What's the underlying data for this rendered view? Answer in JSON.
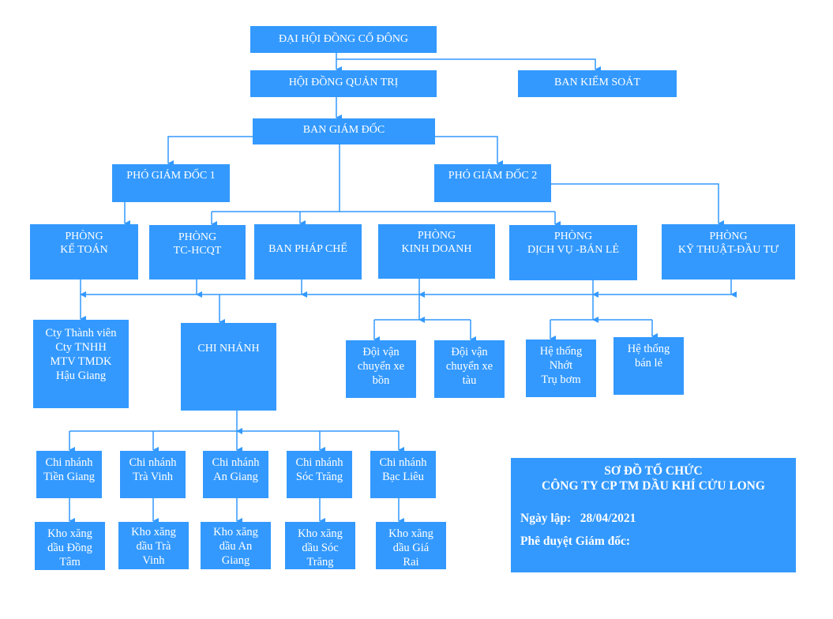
{
  "diagram": {
    "colors": {
      "box": "#3399ff",
      "connector": "#3399ff",
      "text": "#ffffff",
      "background": "#ffffff"
    },
    "nodes": {
      "dhdcd": "ĐẠI HỘI ĐỒNG CỔ ĐÔNG",
      "hdqt": "HỘI ĐỒNG QUẢN TRỊ",
      "bks": "BAN KIỂM SOÁT",
      "bgd": "BAN GIÁM ĐỐC",
      "pgd1": "PHÓ GIÁM ĐỐC 1",
      "pgd2": "PHÓ GIÁM ĐỐC 2",
      "ke_toan": "PHÒNG\nKẾ TOÁN",
      "tc_hcqt": "PHÒNG\nTC-HCQT",
      "phap_che": "BAN PHÁP CHẾ",
      "kinh_doanh": "PHÒNG\nKINH DOANH",
      "dich_vu": "PHÒNG\nDỊCH VỤ -BÁN LẺ",
      "ky_thuat": "PHÒNG\nKỸ THUẬT-ĐẦU TƯ",
      "cty_tv": "Cty Thành viên\nCty TNHH\nMTV TMDK\nHậu Giang",
      "chi_nhanh": "CHI NHÁNH",
      "xe_bon": "Đội vận\nchuyển xe\nbồn",
      "xe_tau": "Đội vận\nchuyển xe\ntàu",
      "nhot": "Hệ thống\nNhớt\nTrụ bơm",
      "ban_le": "Hệ thống\nbán lẻ",
      "cn_tien_giang": "Chi nhánh\nTiền Giang",
      "cn_tra_vinh": "Chi nhánh\nTrà Vinh",
      "cn_an_giang": "Chi nhánh\nAn Giang",
      "cn_soc_trang": "Chi nhánh\nSóc Trăng",
      "cn_bac_lieu": "Chi nhánh\nBạc Liêu",
      "kho_dong_tam": "Kho xăng\ndầu Đồng\nTâm",
      "kho_tra_vinh": "Kho xăng\ndầu Trà\nVinh",
      "kho_an_giang": "Kho xăng\ndầu An\nGiang",
      "kho_soc_trang": "Kho xăng\ndầu Sóc\nTrăng",
      "kho_gia_rai": "Kho xăng\ndầu Giá\nRai"
    },
    "edges": [
      [
        "dhdcd",
        "hdqt"
      ],
      [
        "dhdcd",
        "bks"
      ],
      [
        "hdqt",
        "bgd"
      ],
      [
        "bgd",
        "pgd1"
      ],
      [
        "bgd",
        "pgd2"
      ],
      [
        "pgd1",
        "ke_toan"
      ],
      [
        "bgd",
        "tc_hcqt"
      ],
      [
        "bgd",
        "phap_che"
      ],
      [
        "bgd",
        "kinh_doanh"
      ],
      [
        "bgd",
        "dich_vu"
      ],
      [
        "pgd2",
        "ky_thuat"
      ],
      [
        "ke_toan",
        "cty_tv"
      ],
      [
        "tc_hcqt",
        "chi_nhanh"
      ],
      [
        "kinh_doanh",
        "xe_bon"
      ],
      [
        "kinh_doanh",
        "xe_tau"
      ],
      [
        "dich_vu",
        "nhot"
      ],
      [
        "dich_vu",
        "ban_le"
      ],
      [
        "chi_nhanh",
        "cn_tien_giang"
      ],
      [
        "chi_nhanh",
        "cn_tra_vinh"
      ],
      [
        "chi_nhanh",
        "cn_an_giang"
      ],
      [
        "chi_nhanh",
        "cn_soc_trang"
      ],
      [
        "chi_nhanh",
        "cn_bac_lieu"
      ],
      [
        "cn_tien_giang",
        "kho_dong_tam"
      ],
      [
        "cn_tra_vinh",
        "kho_tra_vinh"
      ],
      [
        "cn_an_giang",
        "kho_an_giang"
      ],
      [
        "cn_soc_trang",
        "kho_soc_trang"
      ],
      [
        "cn_bac_lieu",
        "kho_gia_rai"
      ]
    ]
  },
  "legend": {
    "title_line1": "SƠ ĐỒ TỔ CHỨC",
    "title_line2": "CÔNG TY CP TM DẦU KHÍ CỬU LONG",
    "date_label": "Ngày lập:",
    "date_value": "28/04/2021",
    "approval_label": "Phê duyệt Giám đốc:"
  }
}
